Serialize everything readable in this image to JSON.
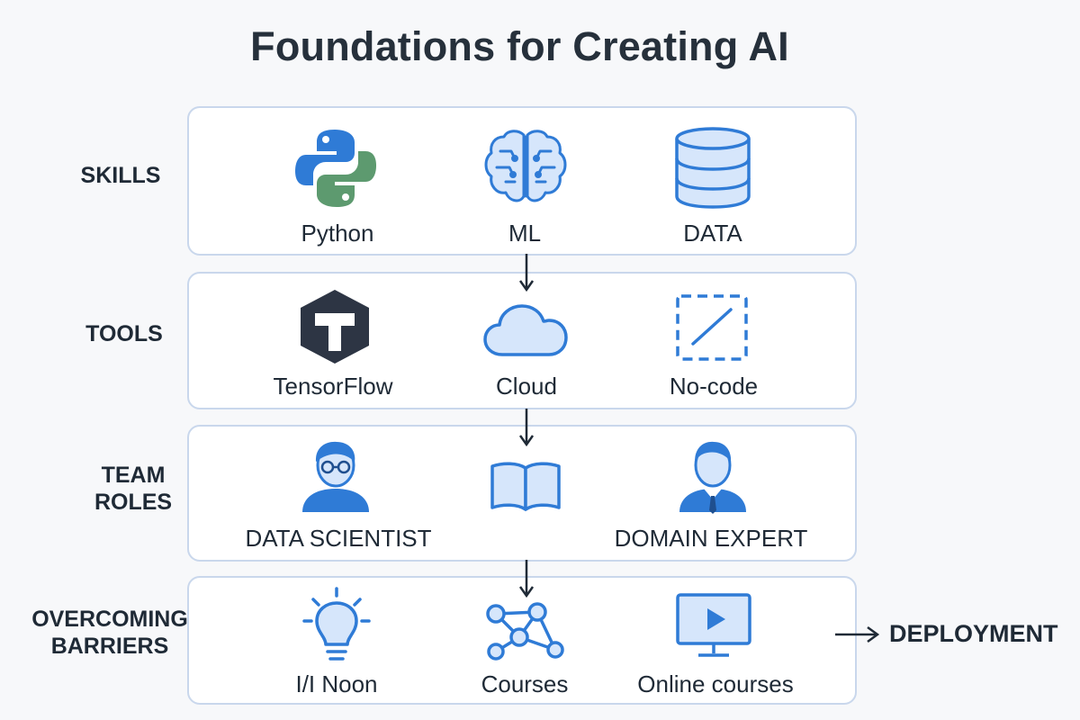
{
  "title": "Foundations for Creating AI",
  "colors": {
    "accent": "#2f7bd6",
    "fill": "#d6e6fb",
    "python_green": "#5d9a6f",
    "tf_dark": "#2d3544",
    "panel_border": "#c9d7ec"
  },
  "rows": [
    {
      "label": "SKILLS",
      "items": [
        {
          "label": "Python",
          "icon": "python-icon"
        },
        {
          "label": "ML",
          "icon": "brain-icon"
        },
        {
          "label": "DATA",
          "icon": "database-icon"
        }
      ]
    },
    {
      "label": "TOOLS",
      "items": [
        {
          "label": "TensorFlow",
          "icon": "tensorflow-icon"
        },
        {
          "label": "Cloud",
          "icon": "cloud-icon"
        },
        {
          "label": "No-code",
          "icon": "no-code-icon"
        }
      ]
    },
    {
      "label_line1": "TEAM",
      "label_line2": "ROLES",
      "items": [
        {
          "label": "DATA SCIENTIST",
          "icon": "data-scientist-icon"
        },
        {
          "label": "",
          "icon": "book-icon"
        },
        {
          "label": "DOMAIN EXPERT",
          "icon": "domain-expert-icon"
        }
      ]
    },
    {
      "label_line1": "OVERCOMING",
      "label_line2": "BARRIERS",
      "items": [
        {
          "label": "I/I Noon",
          "icon": "lightbulb-icon"
        },
        {
          "label": "Courses",
          "icon": "network-icon"
        },
        {
          "label": "Online courses",
          "icon": "video-icon"
        }
      ]
    }
  ],
  "deployment": "DEPLOYMENT"
}
